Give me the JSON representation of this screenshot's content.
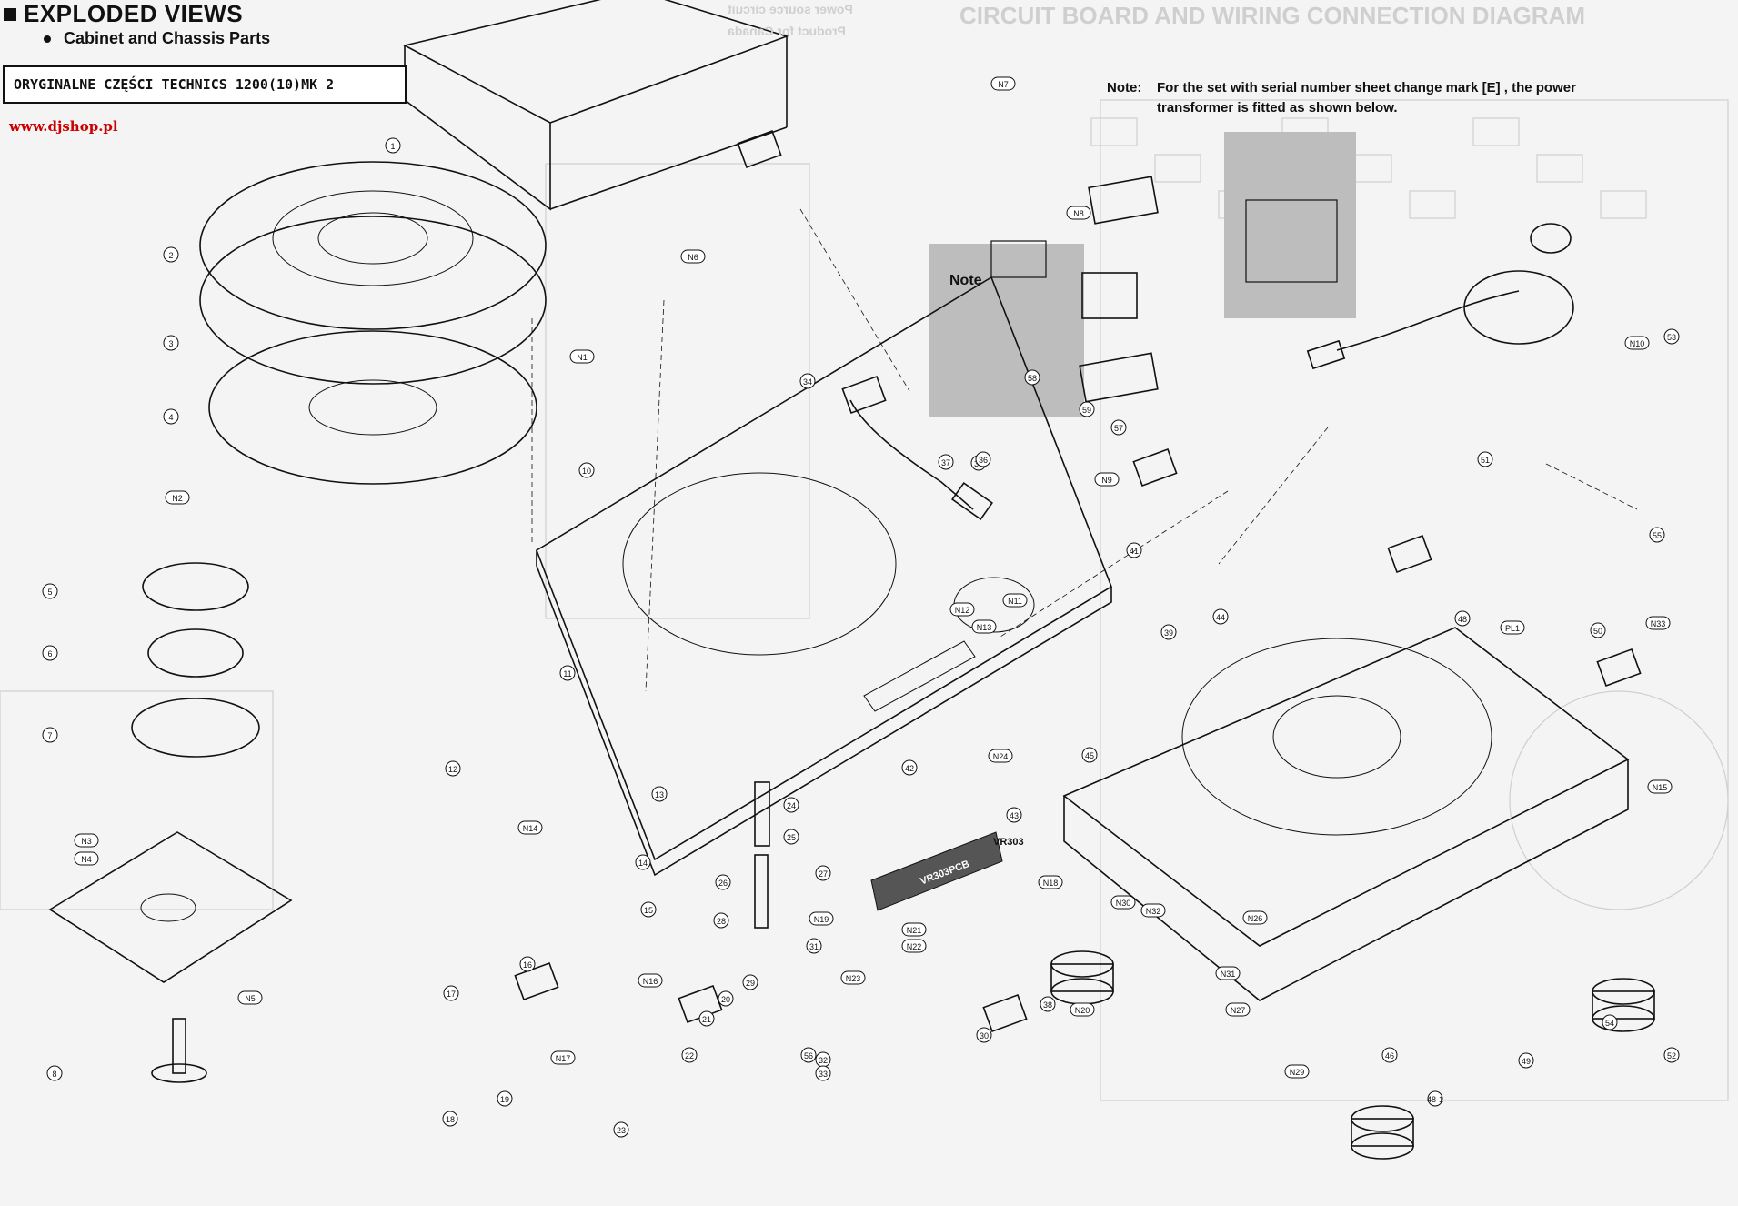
{
  "header": {
    "title": "EXPLODED VIEWS",
    "subtitle": "Cabinet and Chassis Parts",
    "oem_label": "ORYGINALNE CZĘŚCI TECHNICS 1200(10)MK 2",
    "site": "www.djshop.pl"
  },
  "note": {
    "label": "Note:",
    "text": "For the set with serial number sheet change mark [E] , the power transformer is fitted as shown below.",
    "inset_label": "Note"
  },
  "background_text": {
    "top_heading": "CIRCUIT BOARD AND WIRING CONNECTION DIAGRAM",
    "mirrored_1": "Power source circuit",
    "mirrored_2": "Product for Canada",
    "vr_board": "VR303PCB",
    "vr_label": "VR303"
  },
  "part_callouts": [
    "1",
    "2",
    "3",
    "4",
    "5",
    "6",
    "7",
    "8",
    "10",
    "11",
    "12",
    "13",
    "14",
    "15",
    "16",
    "17",
    "18",
    "19",
    "20",
    "21",
    "22",
    "23",
    "24",
    "25",
    "26",
    "27",
    "28",
    "29",
    "30",
    "31",
    "32",
    "33",
    "34",
    "35",
    "36",
    "37",
    "38",
    "39",
    "41",
    "42",
    "43",
    "44",
    "45",
    "46",
    "48",
    "48-1",
    "49",
    "50",
    "51",
    "52",
    "53",
    "54",
    "55",
    "56",
    "57",
    "58",
    "59"
  ],
  "screw_callouts": [
    "N1",
    "N2",
    "N3",
    "N4",
    "N5",
    "N6",
    "N7",
    "N8",
    "N9",
    "N10",
    "N11",
    "N12",
    "N13",
    "N14",
    "N15",
    "N16",
    "N17",
    "N18",
    "N19",
    "N20",
    "N21",
    "N22",
    "N23",
    "N24",
    "N26",
    "N27",
    "N29",
    "N30",
    "N31",
    "N32",
    "N33",
    "PL1"
  ],
  "colors": {
    "ink": "#111111",
    "paper": "#f4f4f4",
    "ghost": "#cfcfcf",
    "inset": "#bdbdbd",
    "site": "#cc0000"
  }
}
